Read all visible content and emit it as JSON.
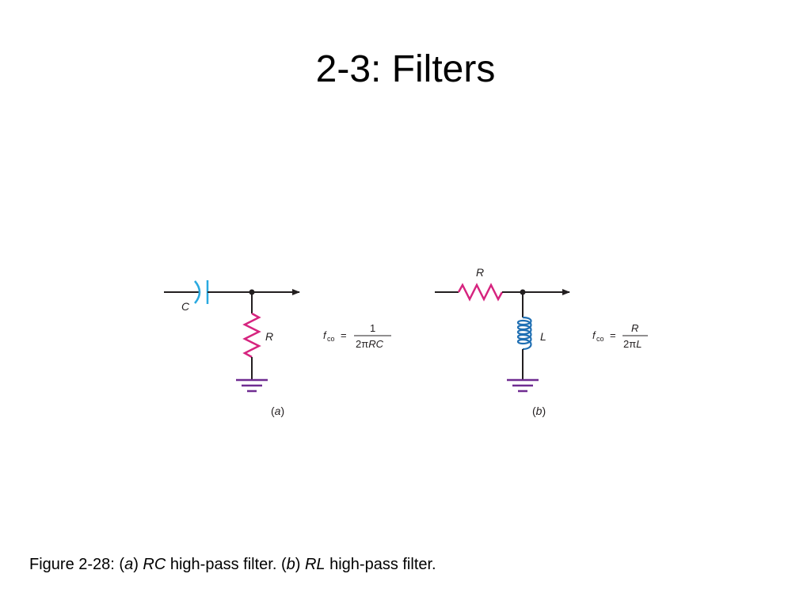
{
  "slide": {
    "title": "2-3: Filters"
  },
  "figure": {
    "panel_a": {
      "cap_label": "C",
      "res_label": "R",
      "eq_lhs": "f",
      "eq_sub": "co",
      "eq_sign": "=",
      "eq_num": "1",
      "eq_den_prefix": "2π",
      "eq_den_var": "RC",
      "tag_open": "(",
      "tag_letter": "a",
      "tag_close": ")"
    },
    "panel_b": {
      "res_label": "R",
      "ind_label": "L",
      "eq_lhs": "f",
      "eq_sub": "co",
      "eq_sign": "=",
      "eq_num": "R",
      "eq_den_prefix": "2π",
      "eq_den_var": "L",
      "tag_open": "(",
      "tag_letter": "b",
      "tag_close": ")"
    },
    "colors": {
      "wire": "#231f20",
      "capacitor": "#29a9e0",
      "resistor": "#d6247f",
      "inductor": "#1f6fb3",
      "ground": "#6f2c91"
    }
  },
  "caption": {
    "prefix": "Figure 2-28: (",
    "a": "a",
    "a_close": ")",
    "rc": "RC",
    "mid": " high-pass filter. (",
    "b": "b",
    "b_close": ")",
    "rl": "RL",
    "end": " high-pass filter."
  }
}
